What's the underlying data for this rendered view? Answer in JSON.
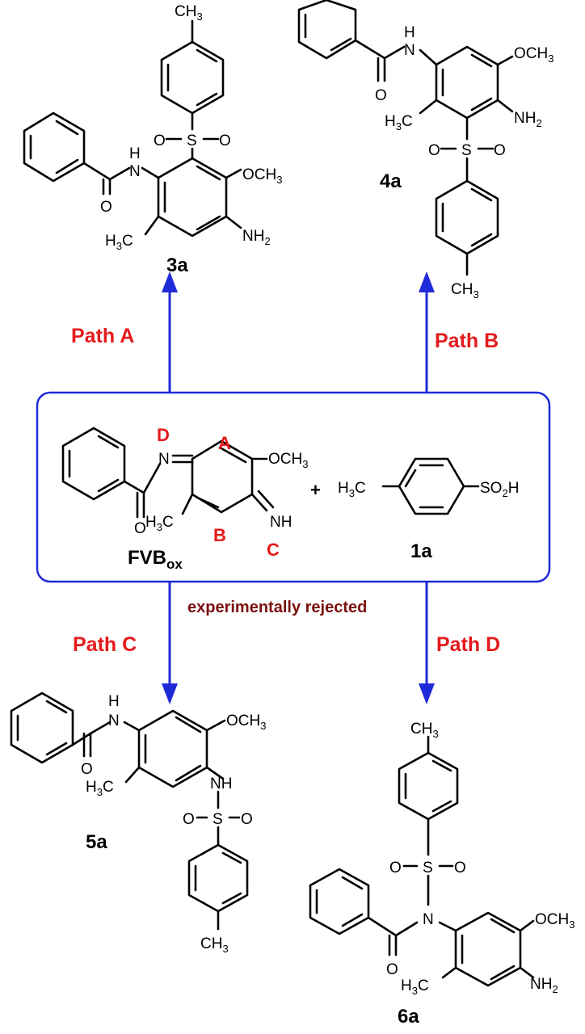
{
  "paths": {
    "a": "Path A",
    "b": "Path B",
    "c": "Path C",
    "d": "Path D"
  },
  "note": "experimentally rejected",
  "compounds": {
    "c3a": "3a",
    "c4a": "4a",
    "c5a": "5a",
    "c6a": "6a",
    "fvb_main": "FVB",
    "fvb_sub": "ox",
    "c1a": "1a"
  },
  "sites": {
    "a": "A",
    "b": "B",
    "c": "C",
    "d": "D"
  },
  "plus": "+",
  "atoms": {
    "n": "N",
    "h": "H",
    "o": "O",
    "s": "S",
    "och3": "OCH",
    "ch3": "CH",
    "h3c_h": "H",
    "h3c_c": "C",
    "nh2": "NH",
    "nh": "NH",
    "so2h_a": "SO",
    "so2h_b": "H",
    "sub3": "3",
    "sub2": "2"
  },
  "colors": {
    "arrow": "#1f2bd8",
    "path_label": "#e41a1c",
    "note": "#7b1010"
  },
  "icons": [
    "arrow-up",
    "arrow-down"
  ]
}
